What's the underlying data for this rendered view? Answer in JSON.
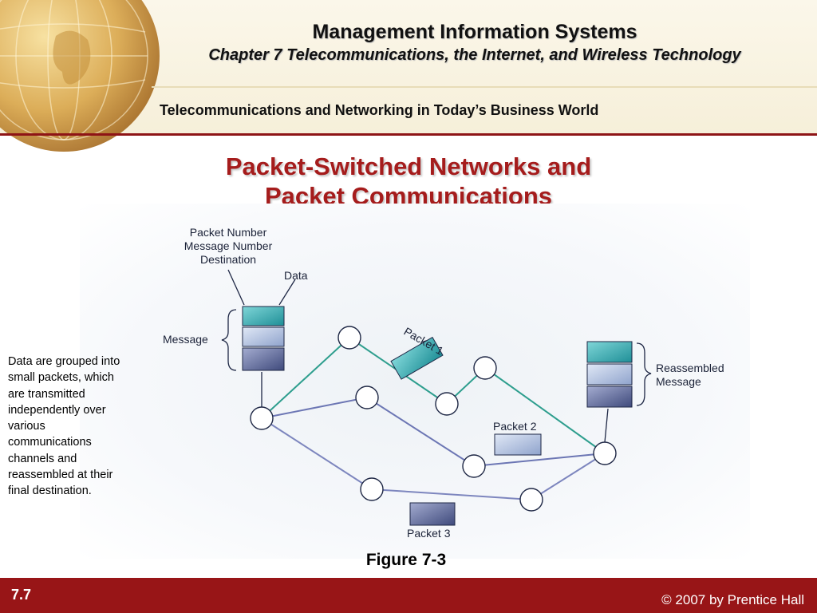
{
  "header": {
    "title": "Management Information Systems",
    "subtitle": "Chapter 7 Telecommunications, the Internet, and Wireless Technology",
    "section": "Telecommunications and Networking in Today’s Business World"
  },
  "slide": {
    "title_line1": "Packet-Switched Networks and",
    "title_line2": "Packet Communications",
    "side_note": "Data are grouped into small packets, which are transmitted independently over various communications channels and reassembled at their final destination.",
    "figure_caption": "Figure 7-3"
  },
  "diagram": {
    "header_fields": [
      "Packet Number",
      "Message Number",
      "Destination"
    ],
    "data_label": "Data",
    "message_label": "Message",
    "reassembled_label": [
      "Reassembled",
      "Message"
    ],
    "packet1_label": "Packet 1",
    "packet2_label": "Packet 2",
    "packet3_label": "Packet 3",
    "colors": {
      "route1": "#2e9e8e",
      "route2": "#6c76b4",
      "route3": "#7d86be",
      "teal_block": "#2aa8b0",
      "light_block": "#9fb4d8",
      "dark_block": "#5b6796"
    }
  },
  "footer": {
    "slide_number": "7.7",
    "copyright": "© 2007 by Prentice Hall"
  }
}
